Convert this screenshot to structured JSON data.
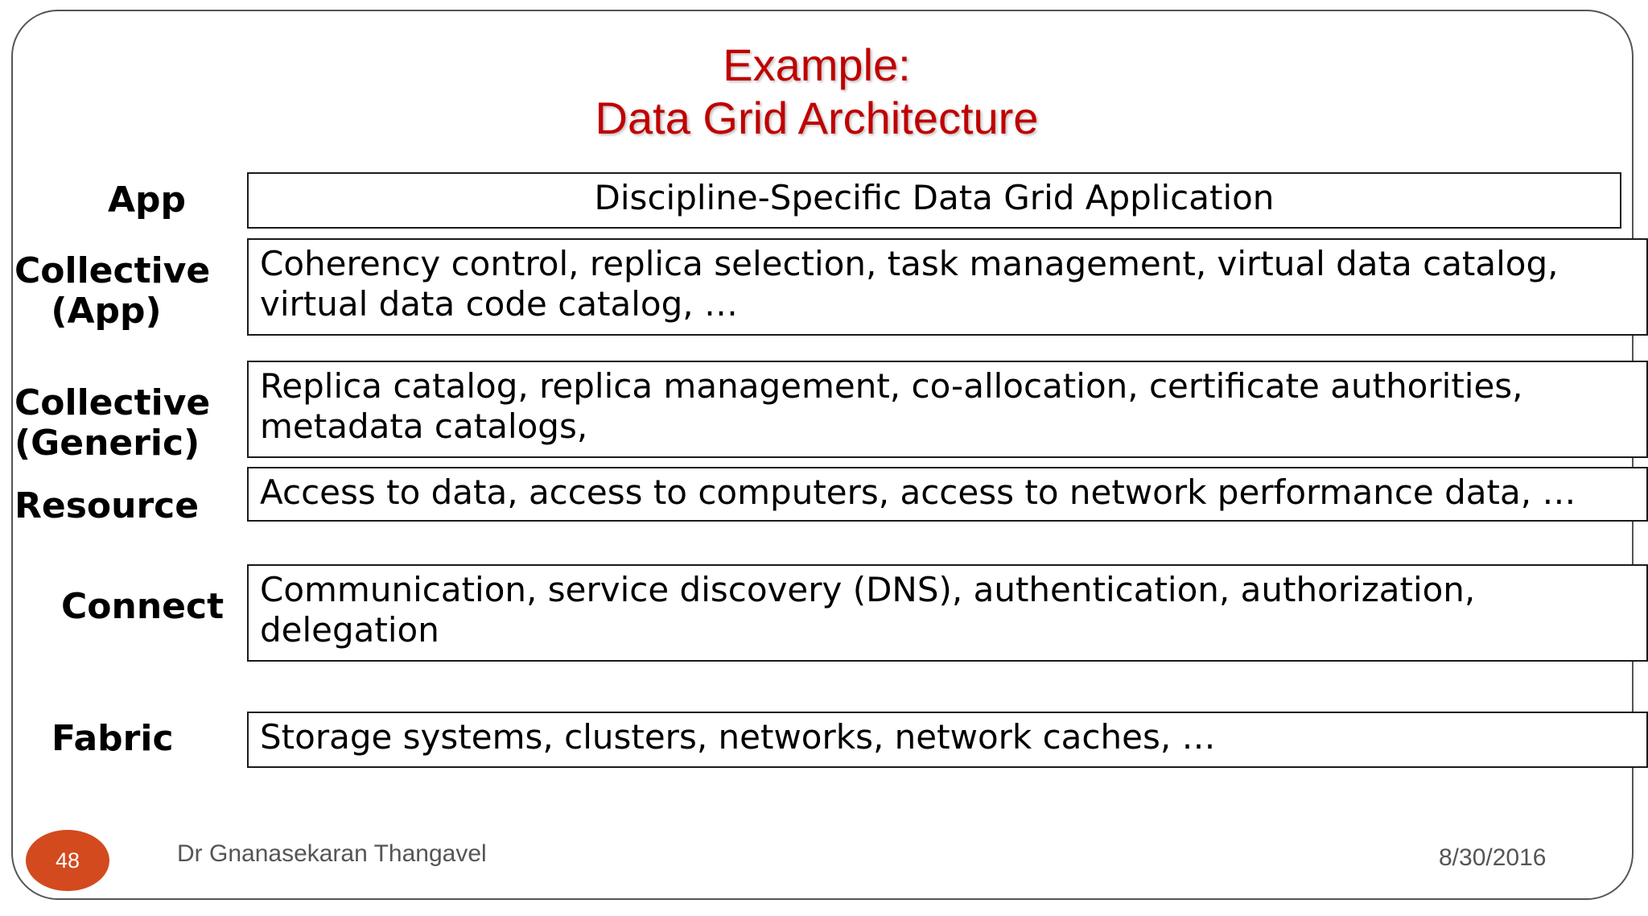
{
  "slide": {
    "title_line1": "Example:",
    "title_line2": "Data Grid Architecture",
    "page_number": "48",
    "author": "Dr Gnanasekaran Thangavel",
    "date": "8/30/2016",
    "title_color": "#c00000",
    "badge_color": "#d24a1e"
  },
  "layers": [
    {
      "label": "App",
      "content": "Discipline-Specific Data Grid Application"
    },
    {
      "label_line1": "Collective",
      "label_line2": "(App)",
      "content": "Coherency control, replica selection, task management, virtual data catalog, virtual data code catalog, …"
    },
    {
      "label_line1": "Collective",
      "label_line2": "(Generic)",
      "content": "Replica catalog, replica management, co-allocation, certificate authorities, metadata catalogs,"
    },
    {
      "label": "Resource",
      "content": "Access to data, access to computers, access to network performance data, …"
    },
    {
      "label": "Connect",
      "content": "Communication, service discovery (DNS), authentication, authorization, delegation"
    },
    {
      "label": "Fabric",
      "content": "Storage systems, clusters, networks, network caches, …"
    }
  ]
}
